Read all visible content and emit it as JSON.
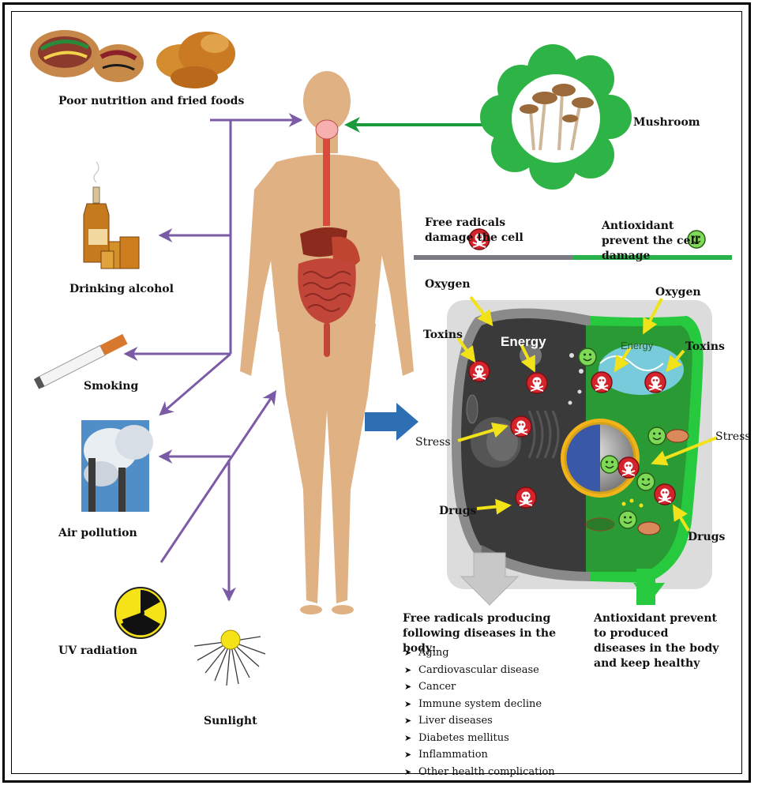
{
  "risk_factors": {
    "poor_nutrition": "Poor nutrition and fried foods",
    "alcohol": "Drinking alcohol",
    "smoking": "Smoking",
    "air_pollution": "Air pollution",
    "uv_radiation": "UV radiation",
    "sunlight": "Sunlight"
  },
  "mushroom_label": "Mushroom",
  "legend": {
    "free_radicals": "Free radicals damage the cell",
    "antioxidant": "Antioxidant prevent the cell damage"
  },
  "cell_labels": {
    "oxygen_left": "Oxygen",
    "oxygen_right": "Oxygen",
    "toxins_left": "Toxins",
    "toxins_right": "Toxins",
    "stress_left": "Stress",
    "stress_right": "Stress",
    "drugs_left": "Drugs",
    "drugs_right": "Drugs",
    "energy_left": "Energy",
    "energy_right": "Energy"
  },
  "diseases_heading": "Free radicals producing following diseases in the body:",
  "diseases": [
    "Aging",
    "Cardiovascular disease",
    "Cancer",
    "Immune system decline",
    "Liver diseases",
    "Diabetes mellitus",
    "Inflammation",
    "Other health complication"
  ],
  "antioxidant_outcome": "Antioxidant prevent to produced diseases in the body and keep healthy",
  "colors": {
    "arrow_purple": "#7b5aa6",
    "arrow_green": "#1a9a3a",
    "arrow_blue": "#2e6fb3",
    "skin": "#e0b183",
    "legend_gray": "#7a7a85",
    "legend_green": "#27b24a",
    "cell_dark": "#3a3a3a",
    "cell_green": "#2fa339",
    "radical_red": "#d4232b",
    "smiley_green": "#7ed957",
    "pointer_yellow": "#f2e21a"
  }
}
